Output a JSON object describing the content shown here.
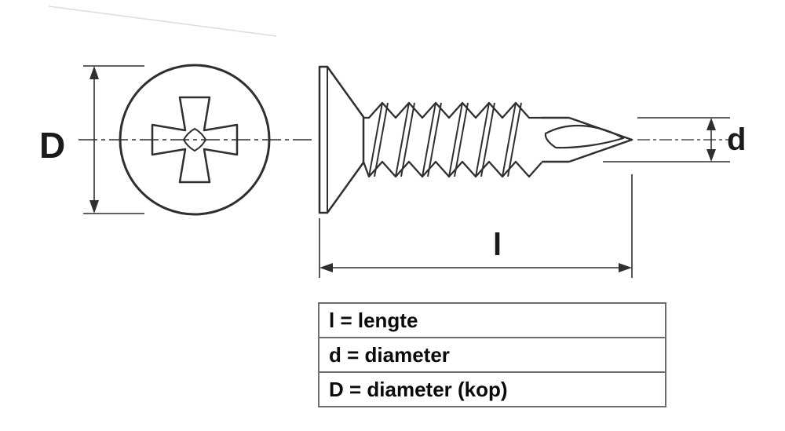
{
  "diagram": {
    "type": "technical-drawing",
    "subject": "self-drilling countersunk screw with dimension callouts"
  },
  "labels": {
    "head_diameter": "D",
    "shaft_diameter": "d",
    "length": "l"
  },
  "legend": {
    "rows": [
      {
        "symbol": "l",
        "text": "l = lengte"
      },
      {
        "symbol": "d",
        "text": "d = diameter"
      },
      {
        "symbol": "D",
        "text": "D = diameter (kop)"
      }
    ]
  },
  "colors": {
    "line": "#2f2f2f",
    "text": "#0a0a0a",
    "table_border": "#6e6e6e",
    "background": "#ffffff"
  }
}
